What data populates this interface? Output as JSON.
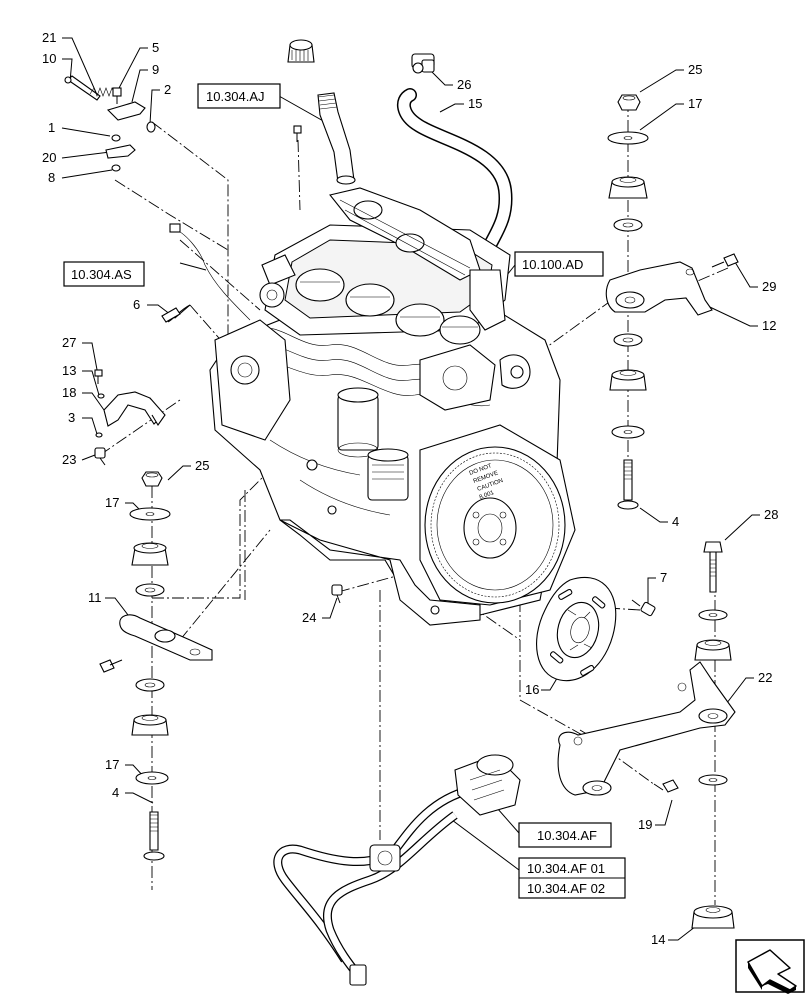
{
  "callouts": [
    {
      "id": "c21",
      "label": "21"
    },
    {
      "id": "c10",
      "label": "10"
    },
    {
      "id": "c5",
      "label": "5"
    },
    {
      "id": "c9",
      "label": "9"
    },
    {
      "id": "c2",
      "label": "2"
    },
    {
      "id": "c1",
      "label": "1"
    },
    {
      "id": "c20",
      "label": "20"
    },
    {
      "id": "c8",
      "label": "8"
    },
    {
      "id": "c26",
      "label": "26"
    },
    {
      "id": "c15",
      "label": "15"
    },
    {
      "id": "c25a",
      "label": "25"
    },
    {
      "id": "c17a",
      "label": "17"
    },
    {
      "id": "c29",
      "label": "29"
    },
    {
      "id": "c12",
      "label": "12"
    },
    {
      "id": "c6",
      "label": "6"
    },
    {
      "id": "c27",
      "label": "27"
    },
    {
      "id": "c13",
      "label": "13"
    },
    {
      "id": "c18",
      "label": "18"
    },
    {
      "id": "c3",
      "label": "3"
    },
    {
      "id": "c23",
      "label": "23"
    },
    {
      "id": "c25b",
      "label": "25"
    },
    {
      "id": "c17b",
      "label": "17"
    },
    {
      "id": "c4a",
      "label": "4"
    },
    {
      "id": "c28",
      "label": "28"
    },
    {
      "id": "c11",
      "label": "11"
    },
    {
      "id": "c24",
      "label": "24"
    },
    {
      "id": "c7",
      "label": "7"
    },
    {
      "id": "c22",
      "label": "22"
    },
    {
      "id": "c16",
      "label": "16"
    },
    {
      "id": "c17c",
      "label": "17"
    },
    {
      "id": "c4b",
      "label": "4"
    },
    {
      "id": "c19",
      "label": "19"
    },
    {
      "id": "c14",
      "label": "14"
    }
  ],
  "references": {
    "r_aj": "10.304.AJ",
    "r_as": "10.304.AS",
    "r_ad": "10.100.AD",
    "r_af": "10.304.AF",
    "r_af01": "10.304.AF 01",
    "r_af02": "10.304.AF 02"
  },
  "nav_icon": "next-page-arrow-icon",
  "flywheel_text": [
    "DO NOT",
    "REMOVE",
    "CAUTION",
    "8.001"
  ]
}
